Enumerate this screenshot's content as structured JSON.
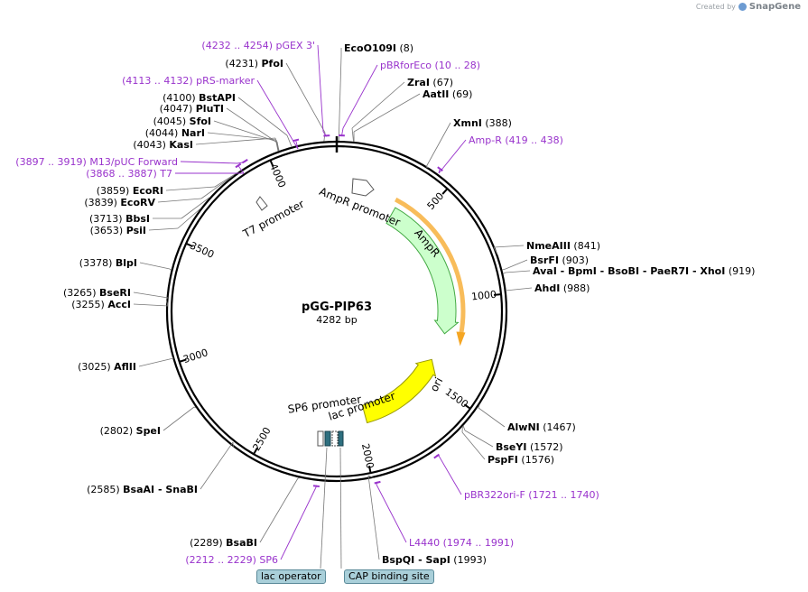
{
  "brand": {
    "created_by": "Created by",
    "product": "SnapGene",
    "logo_icon": "snapgene-logo-icon"
  },
  "plasmid": {
    "name": "pGG-PIP63",
    "length_label": "4282 bp",
    "length": 4282
  },
  "ticks": [
    {
      "bp": 500,
      "label": "500"
    },
    {
      "bp": 1000,
      "label": "1000"
    },
    {
      "bp": 1500,
      "label": "1500"
    },
    {
      "bp": 2000,
      "label": "2000"
    },
    {
      "bp": 2500,
      "label": "2500"
    },
    {
      "bp": 3000,
      "label": "3000"
    },
    {
      "bp": 3500,
      "label": "3500"
    },
    {
      "bp": 4000,
      "label": "4000"
    }
  ],
  "features": [
    {
      "name": "AmpR",
      "start": 350,
      "end": 1210,
      "dir": 1,
      "color": "#ccffcc",
      "stroke": "#44aa44"
    },
    {
      "name": "ori",
      "start": 1390,
      "end": 1960,
      "dir": -1,
      "color": "#ffff00",
      "stroke": "#999900"
    }
  ],
  "feature_labels": [
    {
      "text": "AmpR promoter"
    },
    {
      "text": "AmpR"
    },
    {
      "text": "ori"
    },
    {
      "text": "T7 promoter"
    },
    {
      "text": "SP6 promoter"
    },
    {
      "text": "lac promoter"
    }
  ],
  "enzymes": [
    {
      "name": "EcoO109I",
      "pos": "(8)",
      "bp": 8
    },
    {
      "name": "ZraI",
      "pos": "(67)",
      "bp": 67
    },
    {
      "name": "AatII",
      "pos": "(69)",
      "bp": 69
    },
    {
      "name": "XmnI",
      "pos": "(388)",
      "bp": 388
    },
    {
      "name": "NmeAIII",
      "pos": "(841)",
      "bp": 841
    },
    {
      "name": "BsrFI",
      "pos": "(903)",
      "bp": 903
    },
    {
      "name": "AvaI  - BpmI  - BsoBI  - PaeR7I  - XhoI",
      "pos": "(919)",
      "bp": 919
    },
    {
      "name": "AhdI",
      "pos": "(988)",
      "bp": 988
    },
    {
      "name": "AlwNI",
      "pos": "(1467)",
      "bp": 1467
    },
    {
      "name": "BseYI",
      "pos": "(1572)",
      "bp": 1572
    },
    {
      "name": "PspFI",
      "pos": "(1576)",
      "bp": 1576
    },
    {
      "name": "BspQI  - SapI",
      "pos": "(1993)",
      "bp": 1993
    },
    {
      "name": "BsaBI",
      "pos": "(2289)",
      "bp": 2289
    },
    {
      "name": "BsaAI  - SnaBI",
      "pos": "(2585)",
      "bp": 2585
    },
    {
      "name": "SpeI",
      "pos": "(2802)",
      "bp": 2802
    },
    {
      "name": "AflII",
      "pos": "(3025)",
      "bp": 3025
    },
    {
      "name": "AccI",
      "pos": "(3255)",
      "bp": 3255
    },
    {
      "name": "BseRI",
      "pos": "(3265)",
      "bp": 3265
    },
    {
      "name": "BlpI",
      "pos": "(3378)",
      "bp": 3378
    },
    {
      "name": "PsiI",
      "pos": "(3653)",
      "bp": 3653
    },
    {
      "name": "BbsI",
      "pos": "(3713)",
      "bp": 3713
    },
    {
      "name": "EcoRV",
      "pos": "(3839)",
      "bp": 3839
    },
    {
      "name": "EcoRI",
      "pos": "(3859)",
      "bp": 3859
    },
    {
      "name": "KasI",
      "pos": "(4043)",
      "bp": 4043
    },
    {
      "name": "NarI",
      "pos": "(4044)",
      "bp": 4044
    },
    {
      "name": "SfoI",
      "pos": "(4045)",
      "bp": 4045
    },
    {
      "name": "PluTI",
      "pos": "(4047)",
      "bp": 4047
    },
    {
      "name": "BstAPI",
      "pos": "(4100)",
      "bp": 4100
    },
    {
      "name": "PfoI",
      "pos": "(4231)",
      "bp": 4231
    }
  ],
  "primers": [
    {
      "name": "pBRforEco",
      "range": "(10 .. 28)",
      "bp": 19
    },
    {
      "name": "Amp-R",
      "range": "(419 .. 438)",
      "bp": 428
    },
    {
      "name": "pBR322ori-F",
      "range": "(1721 .. 1740)",
      "bp": 1730
    },
    {
      "name": "L4440",
      "range": "(1974 .. 1991)",
      "bp": 1982
    },
    {
      "name": "SP6",
      "range": "(2212 .. 2229)",
      "bp": 2220
    },
    {
      "name": "T7",
      "range": "(3868 .. 3887)",
      "bp": 3877
    },
    {
      "name": "M13/pUC Forward",
      "range": "(3897 .. 3919)",
      "bp": 3908
    },
    {
      "name": "pRS-marker",
      "range": "(4113 .. 4132)",
      "bp": 4122
    },
    {
      "name": "pGEX 3'",
      "range": "(4232 .. 4254)",
      "bp": 4243
    }
  ],
  "box_labels": [
    {
      "text": "lac operator",
      "bp": 2155
    },
    {
      "text": "CAP binding site",
      "bp": 2100
    }
  ],
  "colors": {
    "enzyme": "#000000",
    "primer": "#9933cc",
    "backbone": "#000000",
    "leader": "#666666"
  }
}
